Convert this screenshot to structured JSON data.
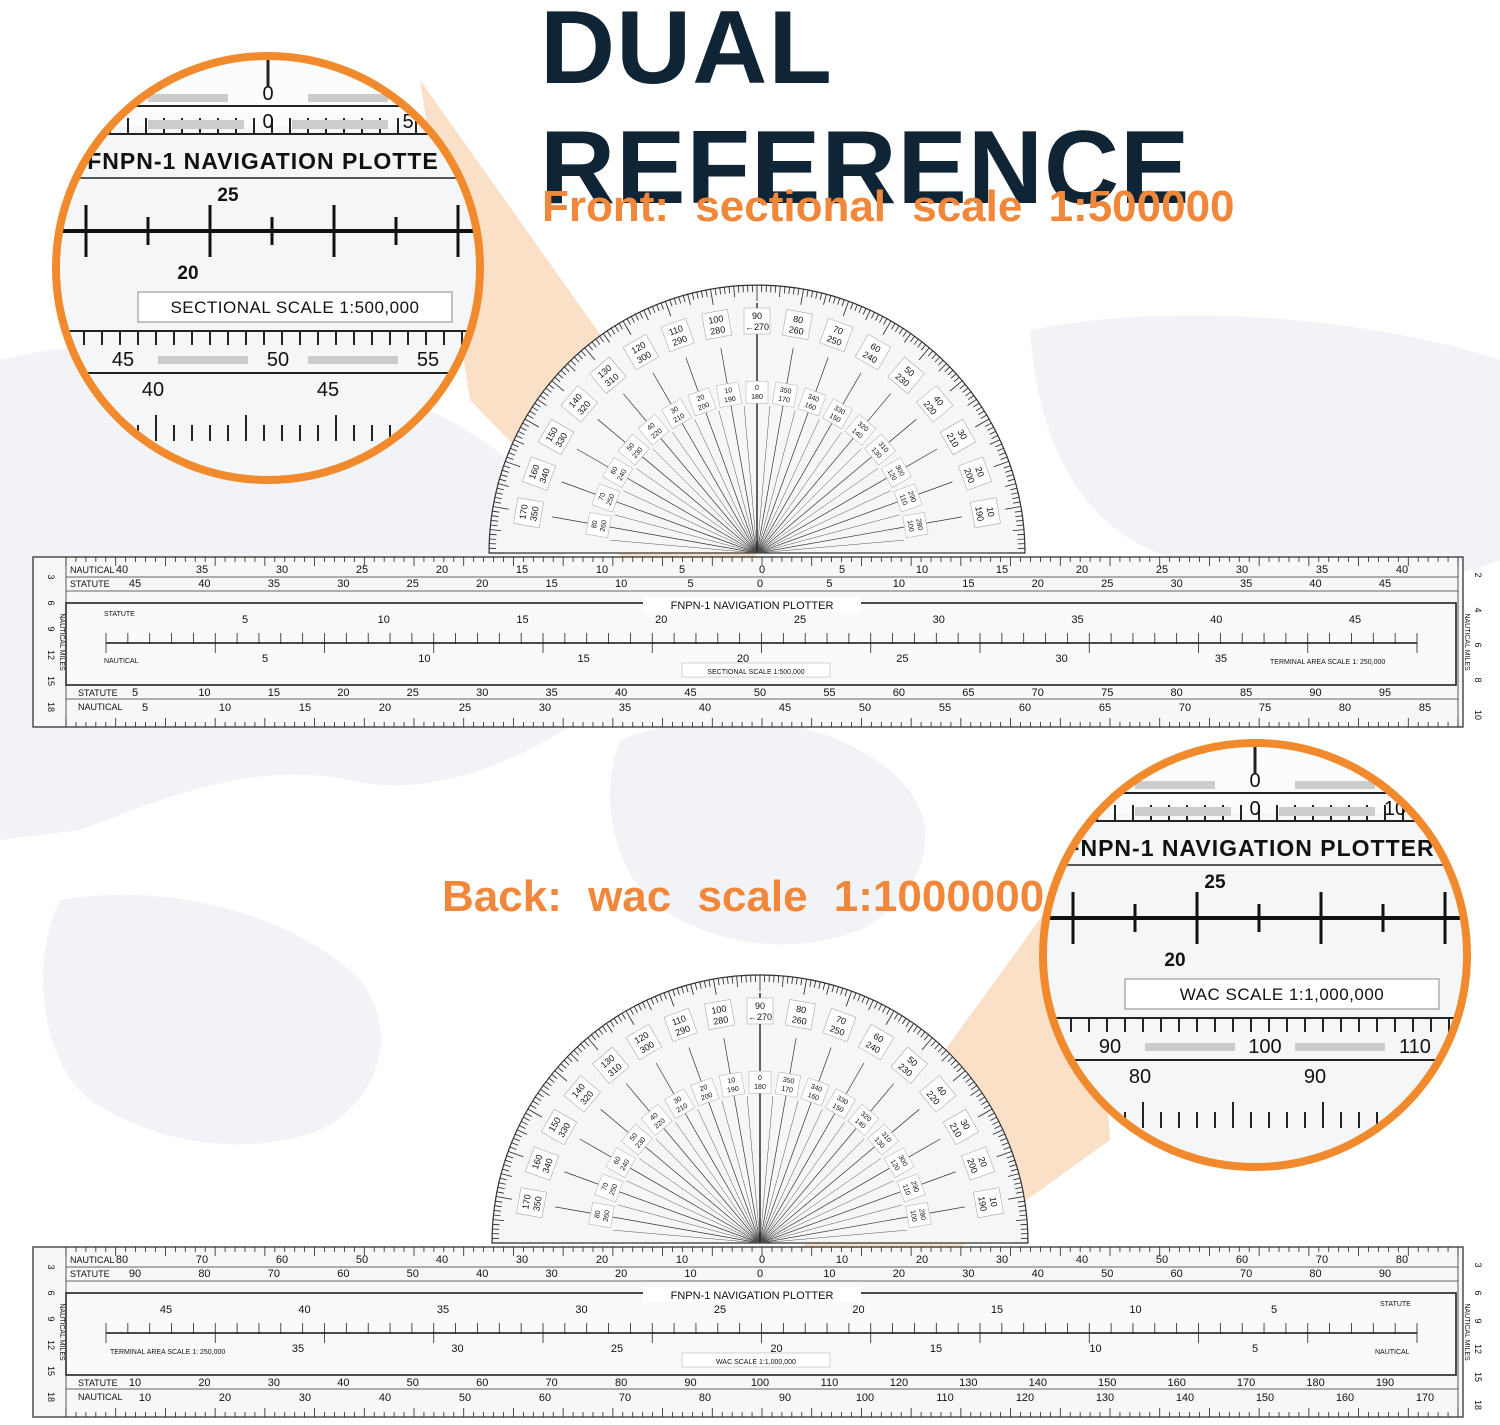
{
  "headline": "DUAL REFERENCE",
  "front": {
    "caption": "Front:  sectional  scale  1:500000",
    "zoom": {
      "title": "FNPN-1 NAVIGATION PLOTTE",
      "scale_label": "SECTIONAL SCALE 1:500,000",
      "top_numbers": [
        "0",
        "0",
        "5"
      ],
      "mid_numbers": [
        "25",
        "20"
      ],
      "bottom_numbers": [
        "45",
        "50",
        "55",
        "40",
        "45"
      ]
    },
    "plotter": {
      "title": "FNPN-1 NAVIGATION PLOTTER",
      "center_scale_label": "SECTIONAL SCALE 1:500,000",
      "terminal_label": "TERMINAL AREA SCALE 1: 250,000",
      "row_labels": {
        "nautical": "NAUTICAL",
        "statute": "STATUTE"
      },
      "side_label": "NAUTICAL MILES",
      "top_nautical": [
        "40",
        "35",
        "30",
        "25",
        "20",
        "15",
        "10",
        "5",
        "0",
        "5",
        "10",
        "15",
        "20",
        "25",
        "30",
        "35",
        "40"
      ],
      "top_statute": [
        "45",
        "40",
        "35",
        "30",
        "25",
        "20",
        "15",
        "10",
        "5",
        "0",
        "5",
        "10",
        "15",
        "20",
        "25",
        "30",
        "35",
        "40",
        "45"
      ],
      "inner_statute": [
        "5",
        "10",
        "15",
        "20",
        "25",
        "30",
        "35",
        "40",
        "45"
      ],
      "inner_nautical": [
        "5",
        "10",
        "15",
        "20",
        "25",
        "30",
        "35"
      ],
      "bottom_statute": [
        "5",
        "10",
        "15",
        "20",
        "25",
        "30",
        "35",
        "40",
        "45",
        "50",
        "55",
        "60",
        "65",
        "70",
        "75",
        "80",
        "85",
        "90",
        "95"
      ],
      "bottom_nautical": [
        "5",
        "10",
        "15",
        "20",
        "25",
        "30",
        "35",
        "40",
        "45",
        "50",
        "55",
        "60",
        "65",
        "70",
        "75",
        "80",
        "85"
      ],
      "side_numbers_left": [
        "3",
        "6",
        "9",
        "12",
        "15",
        "18"
      ],
      "side_numbers_right": [
        "2",
        "4",
        "6",
        "8",
        "10"
      ]
    }
  },
  "back": {
    "caption": "Back:  wac  scale  1:1000000",
    "zoom": {
      "title": "FNPN-1 NAVIGATION PLOTTER",
      "scale_label": "WAC SCALE 1:1,000,000",
      "top_numbers": [
        "0",
        "0",
        "10"
      ],
      "mid_numbers": [
        "25",
        "20"
      ],
      "bottom_numbers": [
        "90",
        "100",
        "110",
        "80",
        "90"
      ]
    },
    "plotter": {
      "title": "FNPN-1 NAVIGATION PLOTTER",
      "center_scale_label": "WAC SCALE 1:1,000,000",
      "terminal_label": "TERMINAL AREA SCALE 1: 250,000",
      "row_labels": {
        "nautical": "NAUTICAL",
        "statute": "STATUTE"
      },
      "side_label": "NAUTICAL MILES",
      "top_nautical": [
        "80",
        "70",
        "60",
        "50",
        "40",
        "30",
        "20",
        "10",
        "0",
        "10",
        "20",
        "30",
        "40",
        "50",
        "60",
        "70",
        "80"
      ],
      "top_statute": [
        "90",
        "80",
        "70",
        "60",
        "50",
        "40",
        "30",
        "20",
        "10",
        "0",
        "10",
        "20",
        "30",
        "40",
        "50",
        "60",
        "70",
        "80",
        "90"
      ],
      "inner_statute": [
        "45",
        "40",
        "35",
        "30",
        "25",
        "20",
        "15",
        "10",
        "5"
      ],
      "inner_nautical": [
        "35",
        "30",
        "25",
        "20",
        "15",
        "10",
        "5"
      ],
      "bottom_statute": [
        "10",
        "20",
        "30",
        "40",
        "50",
        "60",
        "70",
        "80",
        "90",
        "100",
        "110",
        "120",
        "130",
        "140",
        "150",
        "160",
        "170",
        "180",
        "190"
      ],
      "bottom_nautical": [
        "10",
        "20",
        "30",
        "40",
        "50",
        "60",
        "70",
        "80",
        "90",
        "100",
        "110",
        "120",
        "130",
        "140",
        "150",
        "160",
        "170"
      ],
      "side_numbers_left": [
        "3",
        "6",
        "9",
        "12",
        "15",
        "18"
      ],
      "side_numbers_right": [
        "3",
        "6",
        "9",
        "12",
        "15",
        "18"
      ]
    }
  },
  "protractor": {
    "outer_labels": [
      {
        "a": "170",
        "b": "350"
      },
      {
        "a": "160",
        "b": "340"
      },
      {
        "a": "150",
        "b": "330"
      },
      {
        "a": "140",
        "b": "320"
      },
      {
        "a": "130",
        "b": "310"
      },
      {
        "a": "120",
        "b": "300"
      },
      {
        "a": "110",
        "b": "290"
      },
      {
        "a": "100",
        "b": "280"
      },
      {
        "a": "90",
        "b": "←270"
      },
      {
        "a": "80",
        "b": "260"
      },
      {
        "a": "70",
        "b": "250"
      },
      {
        "a": "60",
        "b": "240"
      },
      {
        "a": "50",
        "b": "230"
      },
      {
        "a": "40",
        "b": "220"
      },
      {
        "a": "30",
        "b": "210"
      },
      {
        "a": "20",
        "b": "200"
      },
      {
        "a": "10",
        "b": "190"
      }
    ],
    "inner_labels": [
      {
        "a": "80",
        "b": "260"
      },
      {
        "a": "70",
        "b": "250"
      },
      {
        "a": "60",
        "b": "240"
      },
      {
        "a": "50",
        "b": "230"
      },
      {
        "a": "40",
        "b": "220"
      },
      {
        "a": "30",
        "b": "210"
      },
      {
        "a": "20",
        "b": "200"
      },
      {
        "a": "10",
        "b": "190"
      },
      {
        "a": "0",
        "b": "180"
      },
      {
        "a": "350",
        "b": "170"
      },
      {
        "a": "340",
        "b": "160"
      },
      {
        "a": "330",
        "b": "150"
      },
      {
        "a": "320",
        "b": "140"
      },
      {
        "a": "310",
        "b": "130"
      },
      {
        "a": "300",
        "b": "120"
      },
      {
        "a": "290",
        "b": "110"
      },
      {
        "a": "280",
        "b": "100"
      }
    ]
  },
  "colors": {
    "navy": "#0f2535",
    "orange": "#f1873a",
    "orange_ring": "#f08a2c",
    "peach": "#f7c79a",
    "plastic": "#f4f6f8"
  }
}
